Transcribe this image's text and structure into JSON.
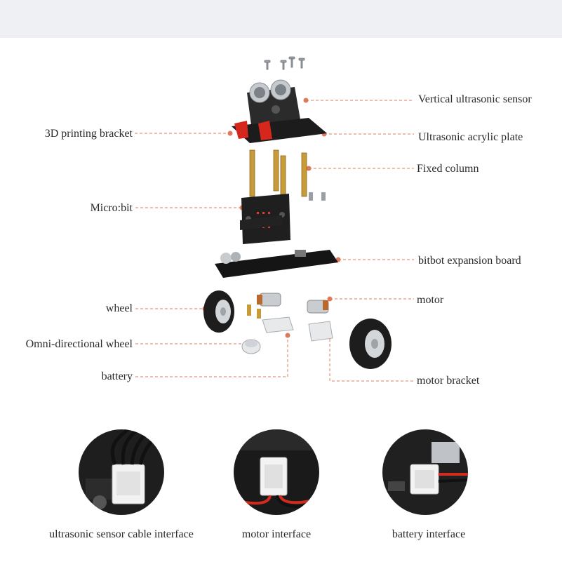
{
  "diagram": {
    "labels_left": {
      "printing_bracket": "3D printing bracket",
      "microbit": "Micro:bit",
      "wheel": "wheel",
      "omni_wheel": "Omni-directional wheel",
      "battery": "battery"
    },
    "labels_right": {
      "vertical_sensor": "Vertical ultrasonic sensor",
      "acrylic_plate": "Ultrasonic acrylic plate",
      "fixed_column": "Fixed column",
      "expansion_board": "bitbot expansion board",
      "motor": "motor",
      "motor_bracket": "motor bracket"
    },
    "leader_color": "#e0785a",
    "dot_color": "#e0785a"
  },
  "details": [
    {
      "caption": "ultrasonic sensor cable interface",
      "icon": "ultrasonic-cable-connector"
    },
    {
      "caption": "motor interface",
      "icon": "motor-connector"
    },
    {
      "caption": "battery interface",
      "icon": "battery-connector"
    }
  ]
}
